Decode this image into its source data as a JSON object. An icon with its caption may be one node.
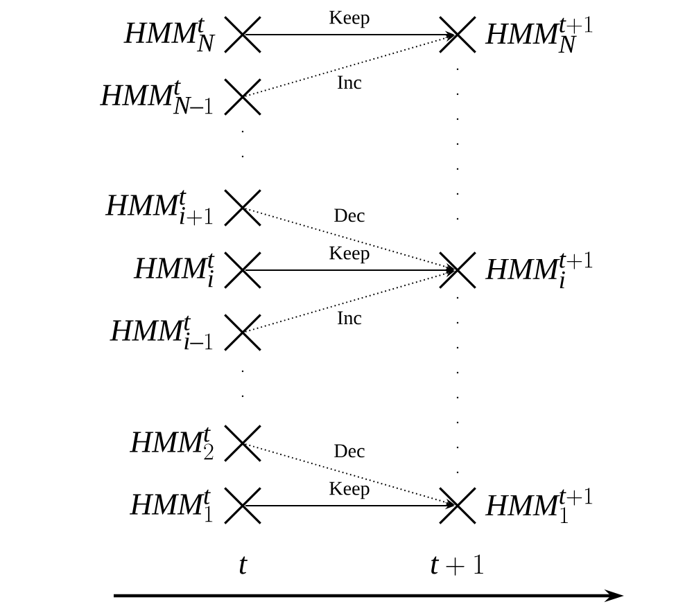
{
  "diagram": {
    "nodes": [
      {
        "text": [],
        "shape": "cross",
        "beside": [
          "HMM_N^t"
        ]
      },
      {
        "text": [],
        "shape": "cross",
        "beside": [
          "HMM_N^{t+1}"
        ]
      },
      {
        "text": [],
        "shape": "cross",
        "beside": [
          "HMM_{N-1}^t"
        ]
      },
      {
        "text": [],
        "shape": "cross",
        "beside": [
          "HMM_{i+1}^t"
        ]
      },
      {
        "text": [],
        "shape": "cross",
        "beside": [
          "HMM_i^t"
        ]
      },
      {
        "text": [],
        "shape": "cross",
        "beside": [
          "HMM_i^{t+1}"
        ]
      },
      {
        "text": [],
        "shape": "cross",
        "beside": [
          "HMM_{i-1}^t"
        ]
      },
      {
        "text": [],
        "shape": "cross",
        "beside": [
          "HMM_2^t"
        ]
      },
      {
        "text": [],
        "shape": "cross",
        "beside": [
          "HMM_1^t"
        ]
      },
      {
        "text": [],
        "shape": "cross",
        "beside": [
          "HMM_1^{t+1}"
        ]
      }
    ],
    "edges": [
      {
        "from": 0,
        "to": 1,
        "arrow": "to",
        "label": "Keep"
      },
      {
        "from": 2,
        "to": 1,
        "arrow": "to",
        "label": "Inc",
        "style": "dashed"
      },
      {
        "from": 3,
        "to": 5,
        "arrow": "to",
        "label": "Dec",
        "style": "dashed"
      },
      {
        "from": 4,
        "to": 5,
        "arrow": "to",
        "label": "Keep"
      },
      {
        "from": 6,
        "to": 5,
        "arrow": "to",
        "label": "Inc",
        "style": "dashed"
      },
      {
        "from": 7,
        "to": 9,
        "arrow": "to",
        "label": "Dec",
        "style": "dashed"
      },
      {
        "from": 8,
        "to": 9,
        "arrow": "to",
        "label": "Keep"
      }
    ],
    "labels": [
      "t",
      "t+1"
    ]
  }
}
